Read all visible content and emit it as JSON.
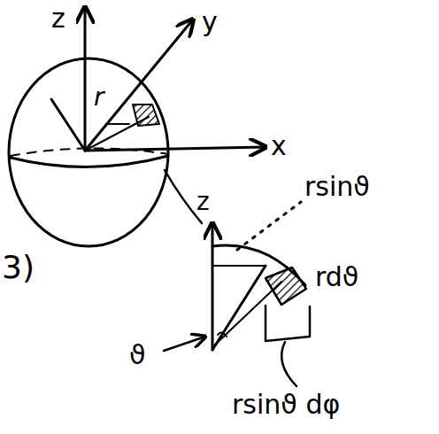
{
  "diagram": {
    "labels": [
      "z",
      "y",
      "x",
      "r",
      "3)",
      "z",
      "rsinϑ",
      "rdϑ",
      "ϑ",
      "rsinϑ dφ"
    ]
  }
}
